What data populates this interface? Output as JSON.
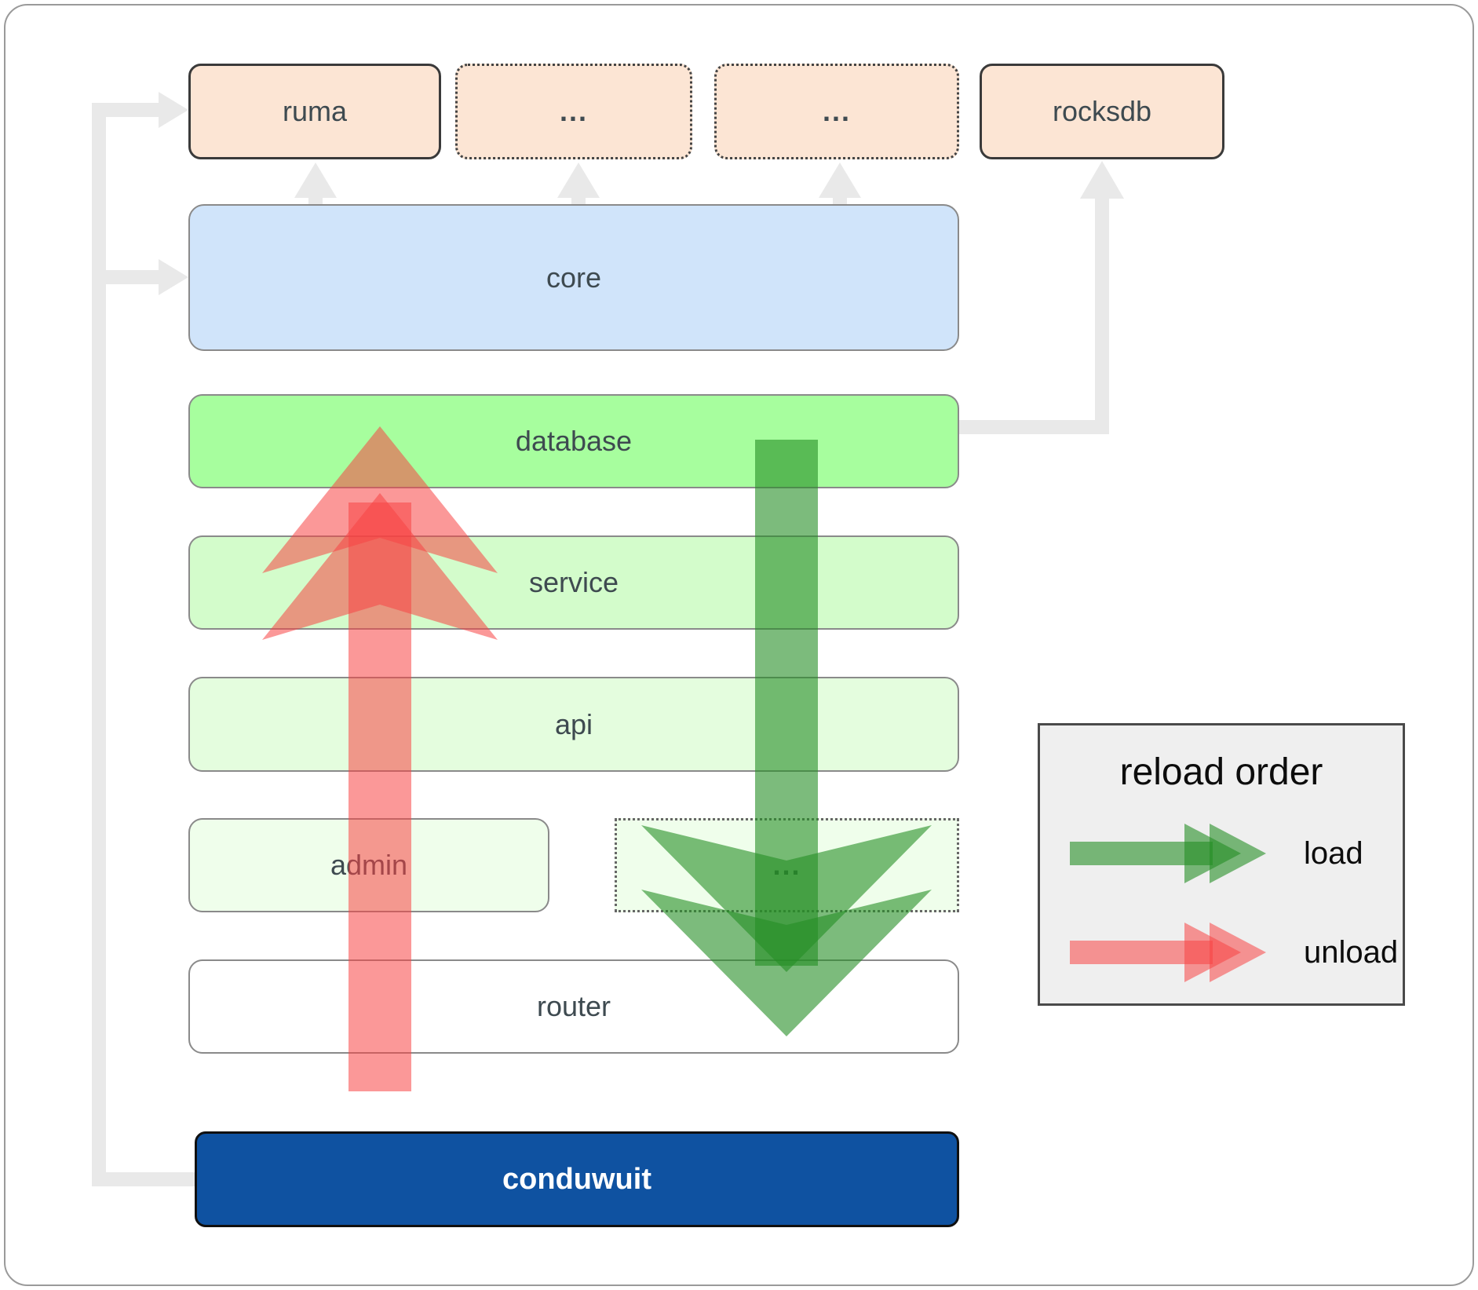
{
  "diagram": {
    "top_row": [
      {
        "id": "ruma",
        "label": "ruma"
      },
      {
        "id": "dots-1",
        "label": "..."
      },
      {
        "id": "dots-2",
        "label": "..."
      },
      {
        "id": "rocksdb",
        "label": "rocksdb"
      }
    ],
    "layers": [
      {
        "id": "core",
        "label": "core"
      },
      {
        "id": "database",
        "label": "database"
      },
      {
        "id": "service",
        "label": "service"
      },
      {
        "id": "api",
        "label": "api"
      },
      {
        "id": "admin",
        "label": "admin"
      },
      {
        "id": "dots-3",
        "label": "..."
      },
      {
        "id": "router",
        "label": "router"
      },
      {
        "id": "conduwuit",
        "label": "conduwuit"
      }
    ],
    "flow_arrows": [
      {
        "id": "unload-arrow",
        "direction": "up",
        "color": "#f84444"
      },
      {
        "id": "load-arrow",
        "direction": "down",
        "color": "#248e24"
      }
    ]
  },
  "legend": {
    "title": "reload order",
    "items": [
      {
        "label": "load",
        "color": "#248e24"
      },
      {
        "label": "unload",
        "color": "#f84444"
      }
    ]
  },
  "colors": {
    "peach_box": "#fce5d4",
    "core_box": "#d0e4fa",
    "database_box": "#a7fe9e",
    "service_box": "#d3fccb",
    "api_box": "#e4fdde",
    "admin_box": "#effeeb",
    "conduwuit_box": "#0f52a1",
    "connector_gray": "#e9e9e9",
    "load_green": "#248e24",
    "unload_red": "#f84444"
  }
}
